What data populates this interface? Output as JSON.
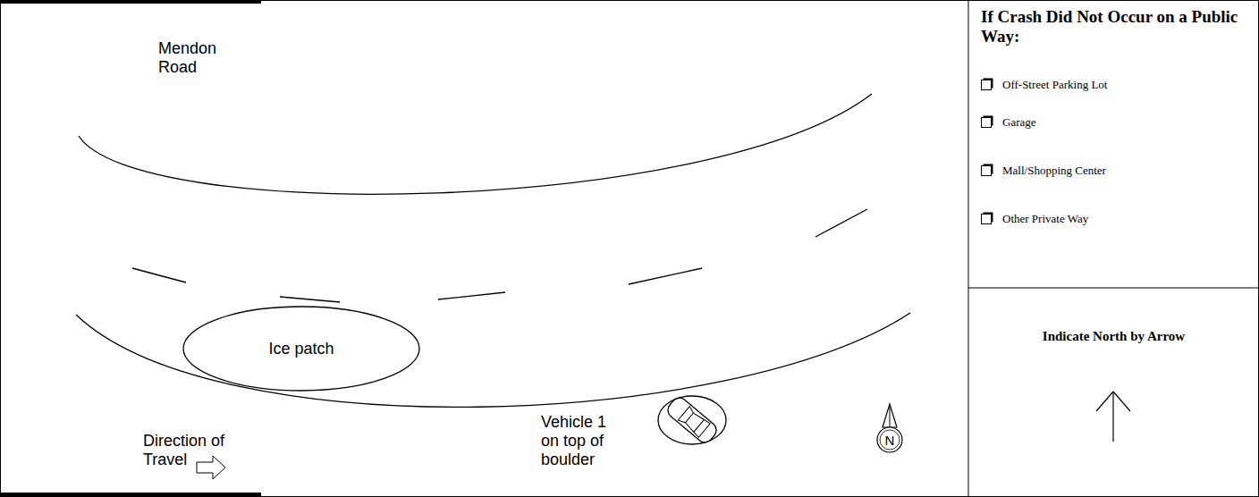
{
  "diagram": {
    "nodes": [
      {
        "text": [
          "Ice patch"
        ]
      },
      {
        "text": [
          "If Crash Did Not Occur on a Public Way:",
          "Off-Street Parking Lot",
          "Garage",
          "Mall/Shopping Center",
          "Other Private Way"
        ]
      },
      {
        "text": [
          "Indicate North by Arrow"
        ]
      }
    ],
    "labels": [
      "Mendon Road",
      "Direction of Travel",
      "Vehicle 1 on top of boulder",
      "N"
    ]
  }
}
